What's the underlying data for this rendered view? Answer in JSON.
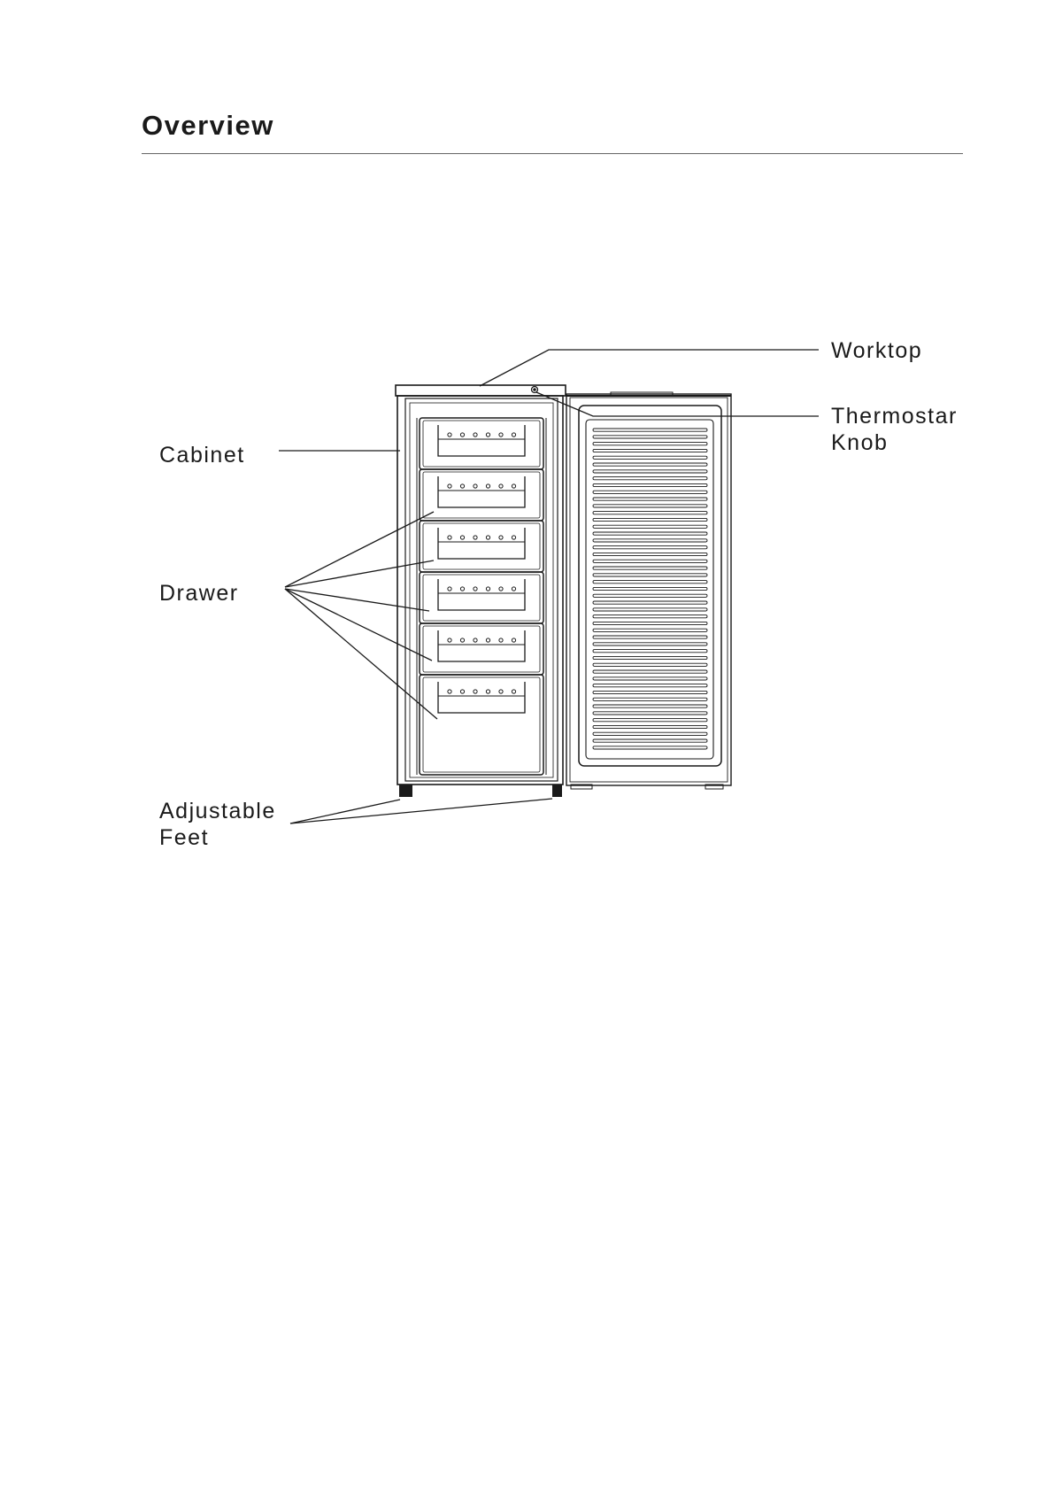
{
  "page": {
    "title": "Overview"
  },
  "labels": {
    "worktop": "Worktop",
    "thermostat_line1": "Thermostar",
    "thermostat_line2": "Knob",
    "cabinet": "Cabinet",
    "drawer": "Drawer",
    "feet_line1": "Adjustable",
    "feet_line2": "Feet"
  },
  "diagram": {
    "drawer_count": 6,
    "holes_per_drawer": 6,
    "line_color": "#1a1a1a"
  }
}
